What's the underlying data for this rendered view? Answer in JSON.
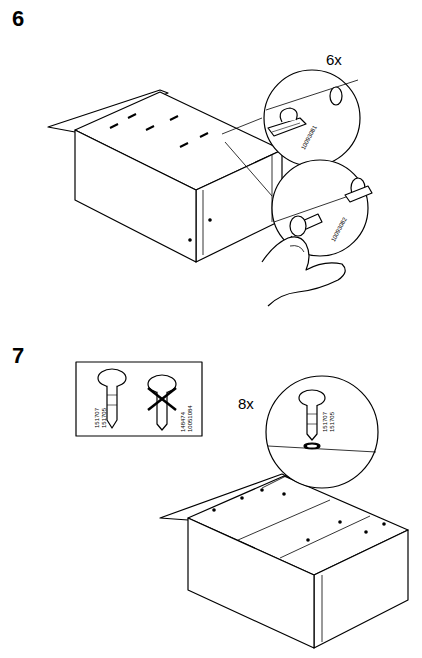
{
  "diagram": {
    "labels": [
      "6",
      "6x",
      "10093081",
      "10093082",
      "7",
      "151707",
      "151705",
      "148474",
      "10051084",
      "8x",
      "151707",
      "151705"
    ]
  }
}
